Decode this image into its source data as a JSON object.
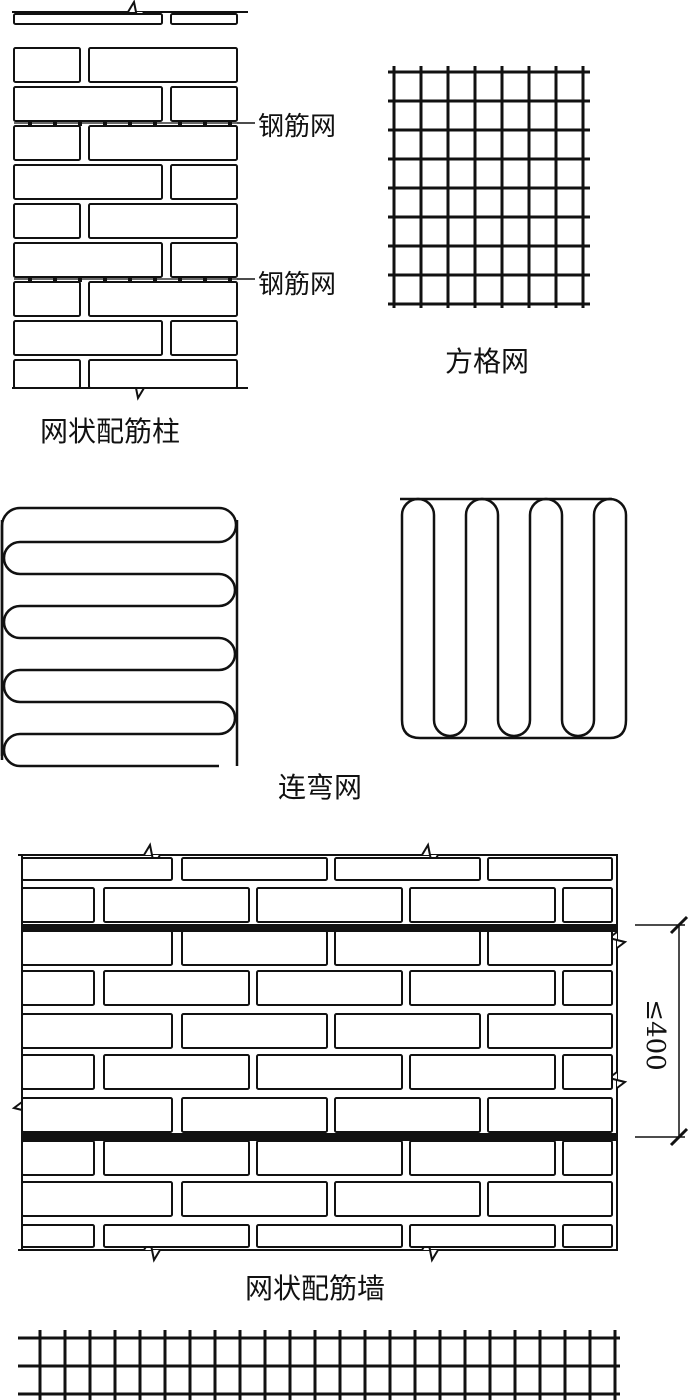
{
  "labels": {
    "mesh_top": "钢筋网",
    "mesh_bottom": "钢筋网",
    "column_caption": "网状配筋柱",
    "square_mesh_caption": "方格网",
    "continuous_mesh_caption": "连弯网",
    "wall_caption": "网状配筋墙",
    "spacing_dimension": "≤400"
  },
  "colors": {
    "line": "#111111",
    "paper": "#ffffff"
  }
}
